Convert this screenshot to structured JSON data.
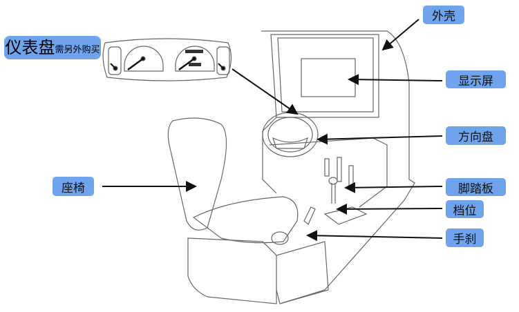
{
  "labels": {
    "shell": "外壳",
    "dashboard": "仪表盘",
    "dashboard_note": "需另外购买",
    "screen": "显示屏",
    "steering_wheel": "方向盘",
    "seat": "座椅",
    "pedals": "脚踏板",
    "gear": "档位",
    "handbrake": "手刹"
  },
  "colors": {
    "label_bg": "#6fa3ec",
    "line": "#555555"
  }
}
